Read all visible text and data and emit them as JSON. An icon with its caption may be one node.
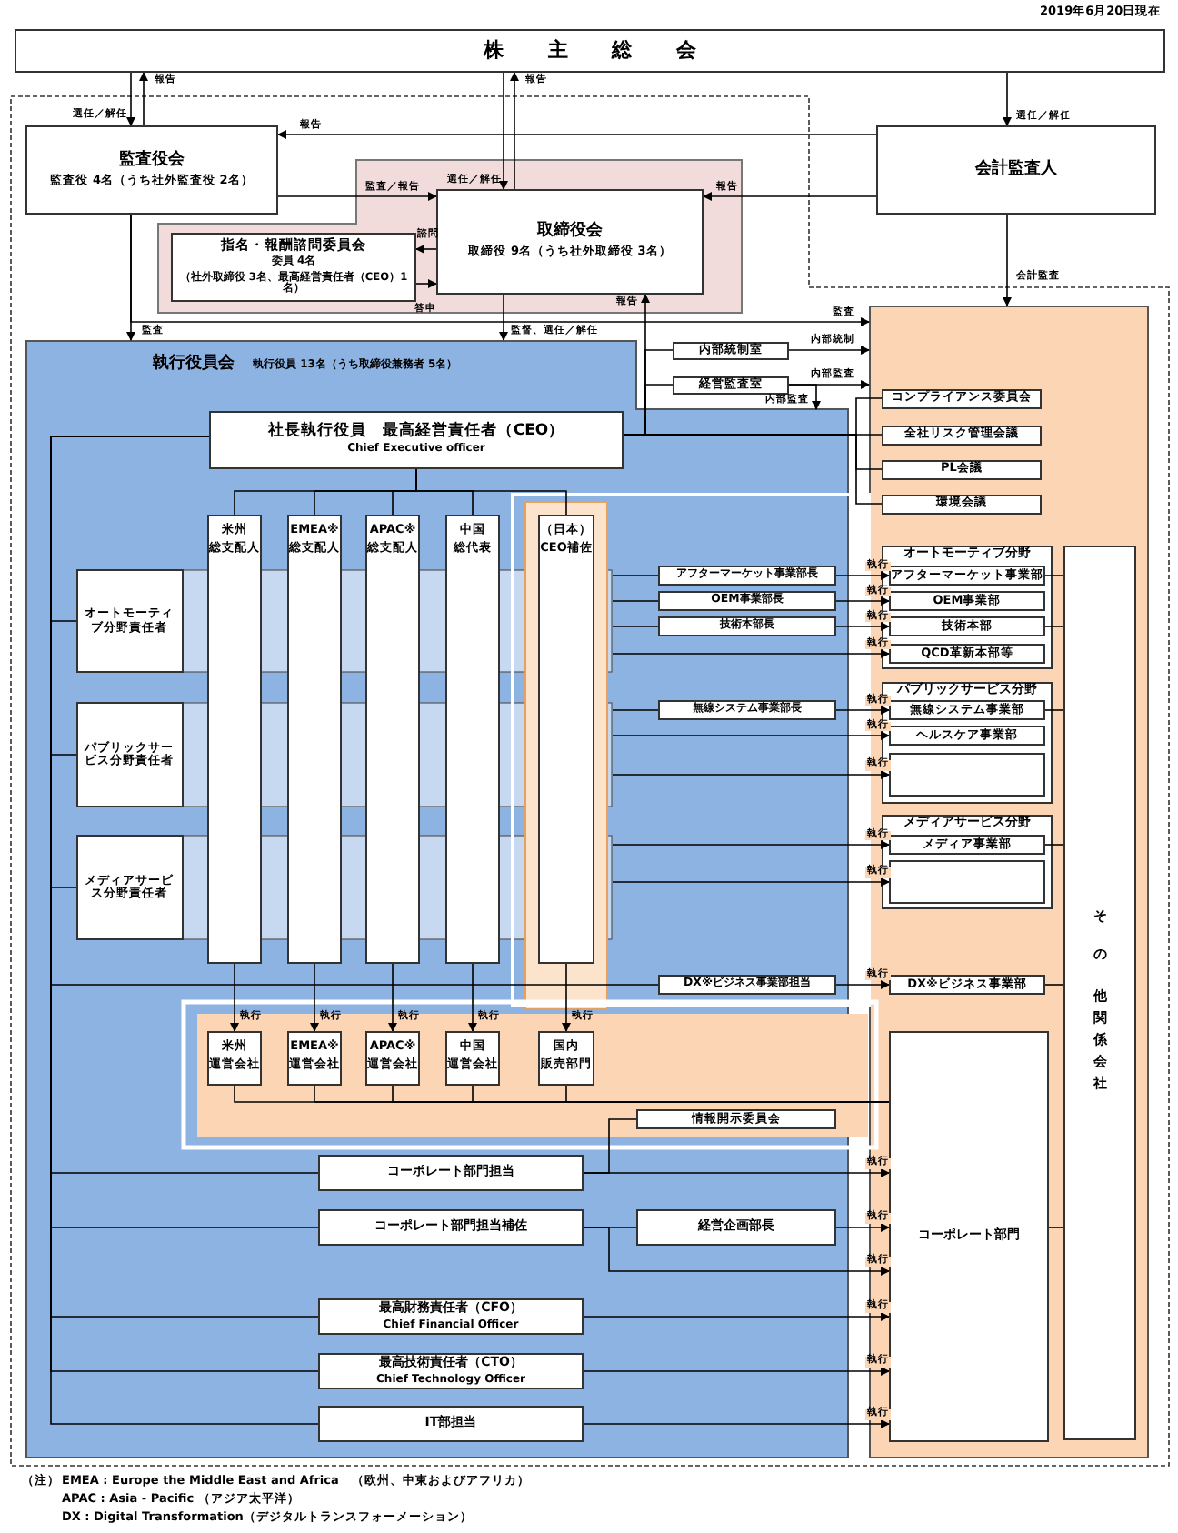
{
  "diagram": {
    "nodes": [
      {
        "text": [
          "株主総会"
        ]
      },
      {
        "text": [
          "監査役会",
          "監査役 4名（うち社外監査役 2名）"
        ]
      },
      {
        "text": [
          "会計監査人"
        ]
      },
      {
        "text": [
          "取締役会",
          "取締役 9名（うち社外取締役 3名）"
        ]
      },
      {
        "text": [
          "指名・報酬諮問委員会",
          "委員 4名",
          "（社外取締役 3名、最高経営責任者（CEO）1名）"
        ]
      },
      {
        "text": [
          "執行役員会",
          "執行役員 13名（うち取締役兼務者 5名）"
        ]
      },
      {
        "text": [
          "社長執行役員　最高経営責任者（CEO）",
          "Chief Executive officer"
        ],
        "in": 5
      },
      {
        "text": [
          "米州",
          "総支配人"
        ],
        "in": 5
      },
      {
        "text": [
          "EMEA※",
          "総支配人"
        ],
        "in": 5
      },
      {
        "text": [
          "APAC※",
          "総支配人"
        ],
        "in": 5
      },
      {
        "text": [
          "中国",
          "総代表"
        ],
        "in": 5
      },
      {
        "text": [
          "（日本）",
          "CEO補佐"
        ],
        "in": 5
      },
      {
        "text": [
          "オートモーティブ分野責任者"
        ],
        "in": 5
      },
      {
        "text": [
          "パブリックサービス分野責任者"
        ],
        "in": 5
      },
      {
        "text": [
          "メディアサービス分野責任者"
        ],
        "in": 5
      },
      {
        "text": [
          "アフターマーケット事業部長"
        ],
        "in": 5
      },
      {
        "text": [
          "OEM事業部長"
        ],
        "in": 5
      },
      {
        "text": [
          "技術本部長"
        ],
        "in": 5
      },
      {
        "text": [
          "無線システム事業部長"
        ],
        "in": 5
      },
      {
        "text": [
          "DX※ビジネス事業部担当"
        ],
        "in": 5
      },
      {
        "text": [
          "内部統制室"
        ]
      },
      {
        "text": [
          "経営監査室"
        ]
      },
      {
        "text": [],
        "shape": "box"
      },
      {
        "text": [
          "コンプライアンス委員会"
        ],
        "in": 22
      },
      {
        "text": [
          "全社リスク管理会議"
        ],
        "in": 22
      },
      {
        "text": [
          "PL会議"
        ],
        "in": 22
      },
      {
        "text": [
          "環境会議"
        ],
        "in": 22
      },
      {
        "text": [
          "オートモーティブ分野"
        ],
        "in": 22
      },
      {
        "text": [
          "アフターマーケット事業部"
        ],
        "in": 27
      },
      {
        "text": [
          "OEM事業部"
        ],
        "in": 27
      },
      {
        "text": [
          "技術本部"
        ],
        "in": 27
      },
      {
        "text": [
          "QCD革新本部等"
        ],
        "in": 27
      },
      {
        "text": [
          "パブリックサービス分野"
        ],
        "in": 22
      },
      {
        "text": [
          "無線システム事業部"
        ],
        "in": 32
      },
      {
        "text": [
          "ヘルスケア事業部"
        ],
        "in": 32
      },
      {
        "text": [],
        "shape": "box",
        "in": 32
      },
      {
        "text": [
          "メディアサービス分野"
        ],
        "in": 22
      },
      {
        "text": [
          "メディア事業部"
        ],
        "in": 36
      },
      {
        "text": [],
        "shape": "box",
        "in": 36
      },
      {
        "text": [
          "DX※ビジネス事業部"
        ],
        "in": 22
      },
      {
        "text": [
          "その他関係会社"
        ],
        "in": 22
      },
      {
        "text": [],
        "shape": "box",
        "in": 5
      },
      {
        "text": [
          "米州",
          "運営会社"
        ],
        "in": 41
      },
      {
        "text": [
          "EMEA※",
          "運営会社"
        ],
        "in": 41
      },
      {
        "text": [
          "APAC※",
          "運営会社"
        ],
        "in": 41
      },
      {
        "text": [
          "中国",
          "運営会社"
        ],
        "in": 41
      },
      {
        "text": [
          "国内",
          "販売部門"
        ],
        "in": 41
      },
      {
        "text": [
          "情報開示委員会"
        ],
        "in": 41
      },
      {
        "text": [
          "コーポレート部門担当"
        ],
        "in": 5
      },
      {
        "text": [
          "コーポレート部門担当補佐"
        ],
        "in": 5
      },
      {
        "text": [
          "経営企画部長"
        ],
        "in": 5
      },
      {
        "text": [
          "最高財務責任者（CFO）",
          "Chief Financial Officer"
        ],
        "in": 5
      },
      {
        "text": [
          "最高技術責任者（CTO）",
          "Chief Technology Officer"
        ],
        "in": 5
      },
      {
        "text": [
          "IT部担当"
        ],
        "in": 5
      },
      {
        "text": [
          "コーポレート部門"
        ],
        "in": 22
      }
    ],
    "edges": [
      {
        "from": 0,
        "to": 1,
        "arrow": "to",
        "label": "選任／解任"
      },
      {
        "from": 1,
        "to": 0,
        "arrow": "to",
        "label": "報告"
      },
      {
        "from": 0,
        "to": 3,
        "arrow": "to",
        "label": "選任／解任"
      },
      {
        "from": 3,
        "to": 0,
        "arrow": "to",
        "label": "報告"
      },
      {
        "from": 0,
        "to": 2,
        "arrow": "to",
        "label": "選任／解任"
      },
      {
        "from": 2,
        "to": 1,
        "arrow": "to",
        "label": "報告"
      },
      {
        "from": 1,
        "to": 3,
        "arrow": "to",
        "label": "監査／報告"
      },
      {
        "from": 2,
        "to": 3,
        "arrow": "to",
        "label": "報告"
      },
      {
        "from": 3,
        "to": 4,
        "arrow": "to",
        "label": "諮問"
      },
      {
        "from": 4,
        "to": 3,
        "arrow": "to",
        "label": "答申"
      },
      {
        "from": 3,
        "to": 5,
        "arrow": "to",
        "label": "監督、選任／解任"
      },
      {
        "from": 1,
        "to": 5,
        "arrow": "to",
        "label": "監査"
      },
      {
        "from": 1,
        "to": 22,
        "arrow": "to",
        "label": "監査"
      },
      {
        "from": 2,
        "to": 22,
        "arrow": "to",
        "label": "会計監査"
      },
      {
        "from": 6,
        "to": 3,
        "arrow": "to",
        "label": "報告"
      },
      {
        "from": 6,
        "to": 20,
        "arrow": "none"
      },
      {
        "from": 6,
        "to": 21,
        "arrow": "none"
      },
      {
        "from": 20,
        "to": 22,
        "arrow": "to",
        "label": "内部統制"
      },
      {
        "from": 21,
        "to": 22,
        "arrow": "to",
        "label": "内部監査"
      },
      {
        "from": 21,
        "to": 5,
        "arrow": "to",
        "label": "内部監査"
      },
      {
        "from": 6,
        "to": 23,
        "arrow": "none"
      },
      {
        "from": 6,
        "to": 24,
        "arrow": "none"
      },
      {
        "from": 6,
        "to": 25,
        "arrow": "none"
      },
      {
        "from": 6,
        "to": 26,
        "arrow": "none"
      },
      {
        "from": 6,
        "to": 7,
        "arrow": "none"
      },
      {
        "from": 6,
        "to": 8,
        "arrow": "none"
      },
      {
        "from": 6,
        "to": 9,
        "arrow": "none"
      },
      {
        "from": 6,
        "to": 10,
        "arrow": "none"
      },
      {
        "from": 6,
        "to": 11,
        "arrow": "none"
      },
      {
        "from": 6,
        "to": 12,
        "arrow": "none"
      },
      {
        "from": 6,
        "to": 13,
        "arrow": "none"
      },
      {
        "from": 6,
        "to": 14,
        "arrow": "none"
      },
      {
        "from": 6,
        "to": 19,
        "arrow": "none"
      },
      {
        "from": 6,
        "to": 48,
        "arrow": "none"
      },
      {
        "from": 6,
        "to": 49,
        "arrow": "none"
      },
      {
        "from": 6,
        "to": 51,
        "arrow": "none"
      },
      {
        "from": 6,
        "to": 52,
        "arrow": "none"
      },
      {
        "from": 6,
        "to": 53,
        "arrow": "none"
      },
      {
        "from": 12,
        "to": 15,
        "arrow": "none"
      },
      {
        "from": 12,
        "to": 16,
        "arrow": "none"
      },
      {
        "from": 12,
        "to": 17,
        "arrow": "none"
      },
      {
        "from": 15,
        "to": 28,
        "arrow": "to",
        "label": "執行"
      },
      {
        "from": 16,
        "to": 29,
        "arrow": "to",
        "label": "執行"
      },
      {
        "from": 17,
        "to": 30,
        "arrow": "to",
        "label": "執行"
      },
      {
        "from": 12,
        "to": 31,
        "arrow": "to",
        "label": "執行"
      },
      {
        "from": 13,
        "to": 18,
        "arrow": "none"
      },
      {
        "from": 18,
        "to": 33,
        "arrow": "to",
        "label": "執行"
      },
      {
        "from": 13,
        "to": 34,
        "arrow": "to",
        "label": "執行"
      },
      {
        "from": 13,
        "to": 35,
        "arrow": "to",
        "label": "執行"
      },
      {
        "from": 14,
        "to": 37,
        "arrow": "to",
        "label": "執行"
      },
      {
        "from": 14,
        "to": 38,
        "arrow": "to",
        "label": "執行"
      },
      {
        "from": 19,
        "to": 39,
        "arrow": "to",
        "label": "執行"
      },
      {
        "from": 28,
        "to": 40,
        "arrow": "none"
      },
      {
        "from": 30,
        "to": 40,
        "arrow": "none"
      },
      {
        "from": 33,
        "to": 40,
        "arrow": "none"
      },
      {
        "from": 37,
        "to": 40,
        "arrow": "none"
      },
      {
        "from": 39,
        "to": 40,
        "arrow": "none"
      },
      {
        "from": 54,
        "to": 40,
        "arrow": "none"
      },
      {
        "from": 7,
        "to": 42,
        "arrow": "to",
        "label": "執行"
      },
      {
        "from": 8,
        "to": 43,
        "arrow": "to",
        "label": "執行"
      },
      {
        "from": 9,
        "to": 44,
        "arrow": "to",
        "label": "執行"
      },
      {
        "from": 10,
        "to": 45,
        "arrow": "to",
        "label": "執行"
      },
      {
        "from": 11,
        "to": 46,
        "arrow": "to",
        "label": "執行"
      },
      {
        "from": 42,
        "to": 54,
        "arrow": "none"
      },
      {
        "from": 43,
        "to": 54,
        "arrow": "none"
      },
      {
        "from": 44,
        "to": 54,
        "arrow": "none"
      },
      {
        "from": 45,
        "to": 54,
        "arrow": "none"
      },
      {
        "from": 46,
        "to": 54,
        "arrow": "none"
      },
      {
        "from": 48,
        "to": 47,
        "arrow": "none"
      },
      {
        "from": 48,
        "to": 54,
        "arrow": "to",
        "label": "執行"
      },
      {
        "from": 49,
        "to": 50,
        "arrow": "none"
      },
      {
        "from": 50,
        "to": 54,
        "arrow": "to",
        "label": "執行"
      },
      {
        "from": 49,
        "to": 54,
        "arrow": "to",
        "label": "執行"
      },
      {
        "from": 51,
        "to": 54,
        "arrow": "to",
        "label": "執行"
      },
      {
        "from": 52,
        "to": 54,
        "arrow": "to",
        "label": "執行"
      },
      {
        "from": 53,
        "to": 54,
        "arrow": "to",
        "label": "執行"
      }
    ],
    "labels": [
      "2019年6月20日現在",
      "（注）",
      "EMEA : Europe the Middle East and Africa　（欧州、中東およびアフリカ）",
      "APAC : Asia - Pacific （アジア太平洋）",
      "DX : Digital Transformation（デジタルトランスフォーメーション）"
    ]
  }
}
